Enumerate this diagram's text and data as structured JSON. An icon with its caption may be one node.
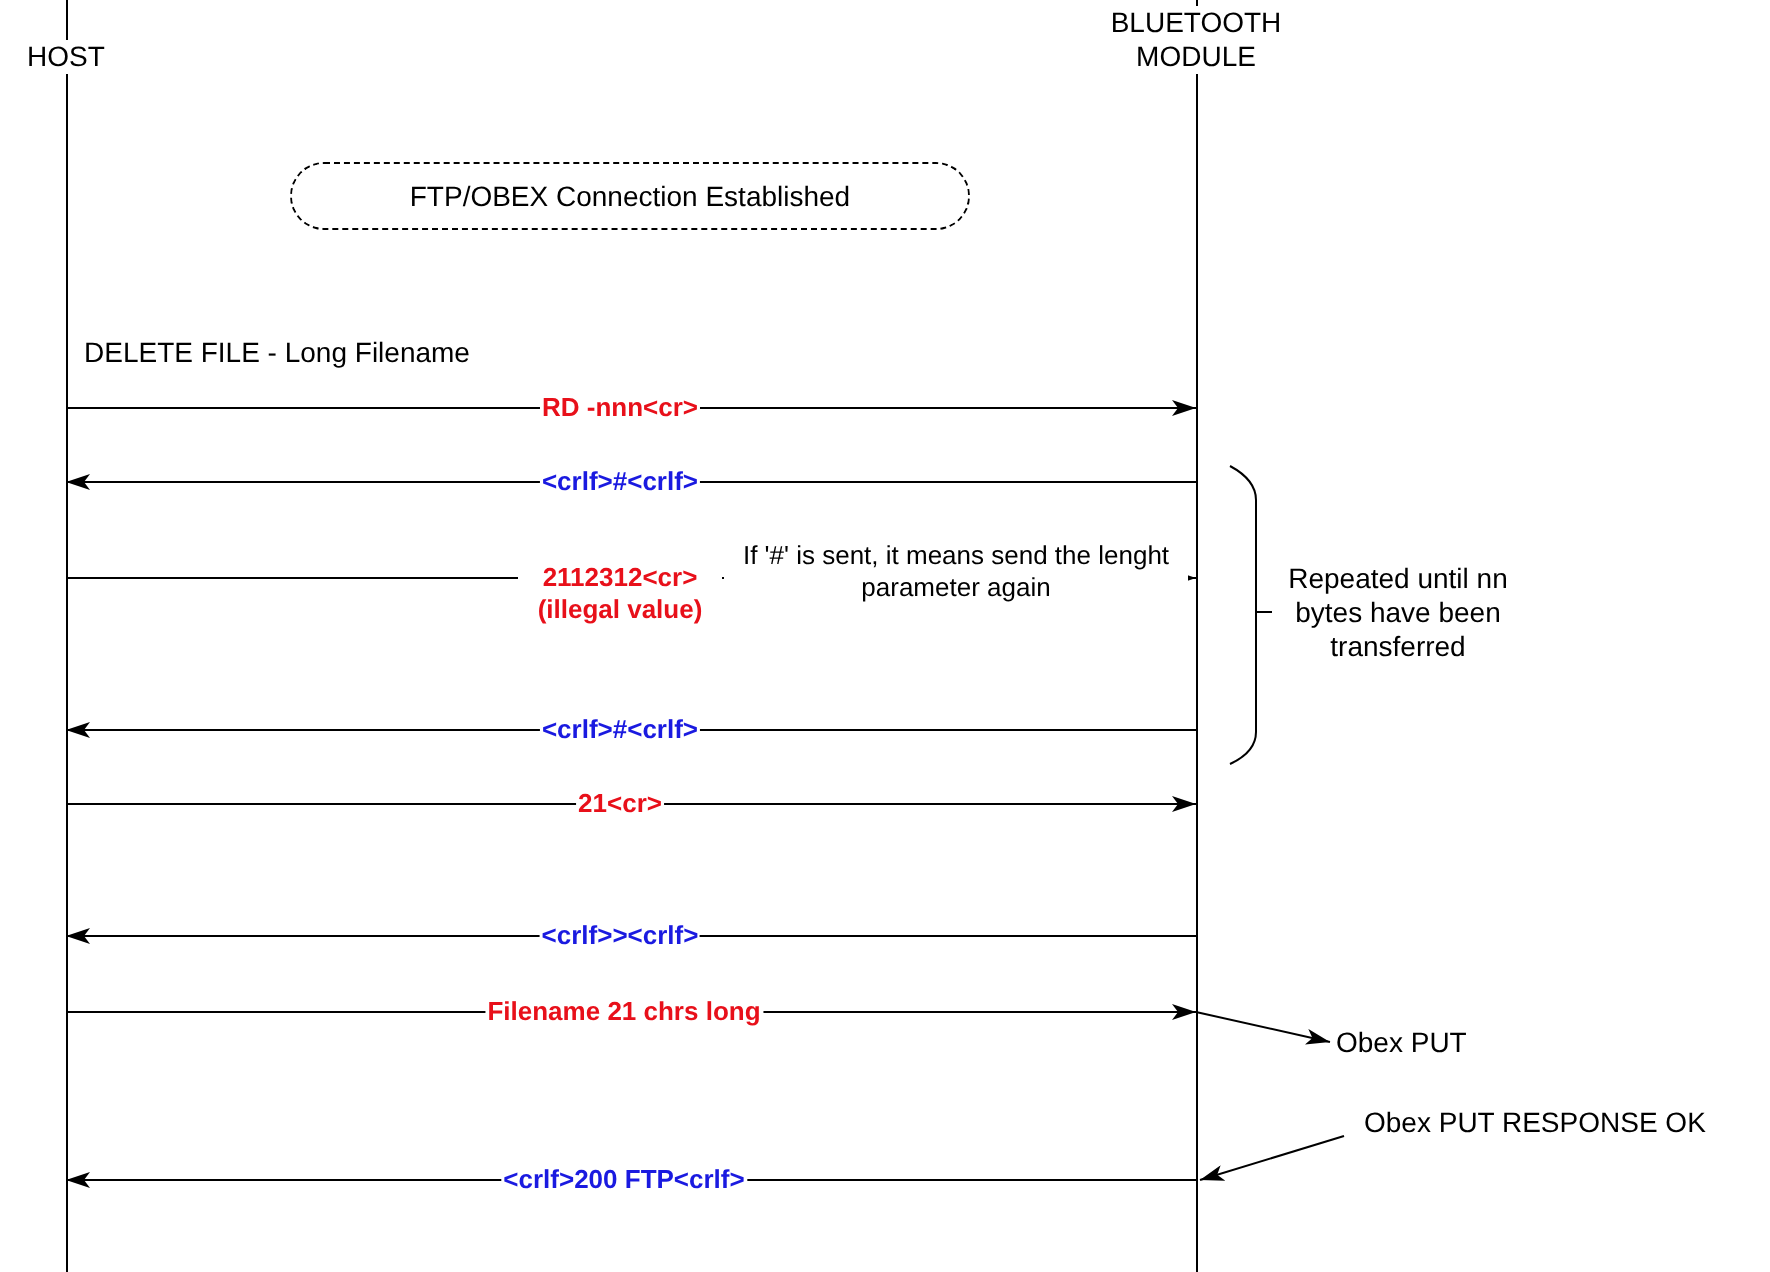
{
  "diagram": {
    "nodes": [
      {
        "text": [
          "HOST"
        ]
      },
      {
        "text": [
          "BLUETOOTH MODULE"
        ]
      },
      {
        "text": [
          "FTP/OBEX Connection Established"
        ]
      },
      {
        "text": [
          "Obex PUT"
        ]
      },
      {
        "text": [
          "Obex PUT RESPONSE OK"
        ]
      }
    ],
    "edges": [
      {
        "from": 0,
        "to": 1,
        "arrow": "to",
        "label": "RD -nnn<cr>"
      },
      {
        "from": 1,
        "to": 0,
        "arrow": "to",
        "label": "<crlf>#<crlf>"
      },
      {
        "from": 0,
        "to": 1,
        "arrow": "to",
        "label": "2112312<cr> (illegal value)"
      },
      {
        "from": 1,
        "to": 0,
        "arrow": "to",
        "label": "<crlf>#<crlf>"
      },
      {
        "from": 0,
        "to": 1,
        "arrow": "to",
        "label": "21<cr>"
      },
      {
        "from": 1,
        "to": 0,
        "arrow": "to",
        "label": "<crlf>><crlf>"
      },
      {
        "from": 0,
        "to": 1,
        "arrow": "to",
        "label": "Filename 21 chrs long"
      },
      {
        "from": 1,
        "to": 0,
        "arrow": "to",
        "label": "<crlf>200 FTP<crlf>"
      },
      {
        "from": 1,
        "to": 3,
        "arrow": "to"
      },
      {
        "from": 4,
        "to": 1,
        "arrow": "to"
      }
    ],
    "labels": [
      "DELETE FILE - Long Filename",
      "If '#' is sent, it means send the lenght parameter again",
      "Repeated until nn bytes have been transferred"
    ]
  }
}
